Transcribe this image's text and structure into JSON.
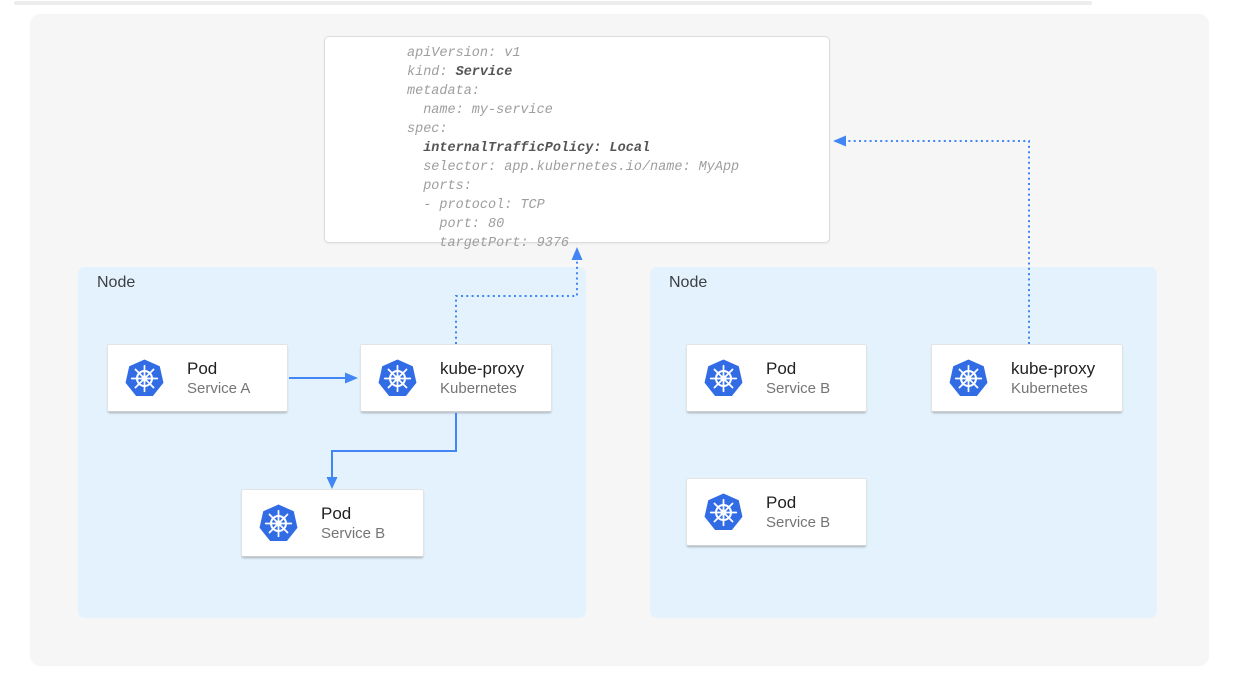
{
  "yaml": {
    "lines": [
      {
        "pre": "apiVersion: v1",
        "bold": ""
      },
      {
        "pre": "kind: ",
        "bold": "Service"
      },
      {
        "pre": "metadata:",
        "bold": ""
      },
      {
        "pre": "  name: my-service",
        "bold": ""
      },
      {
        "pre": "spec:",
        "bold": ""
      },
      {
        "pre": "  ",
        "bold": "internalTrafficPolicy: Local"
      },
      {
        "pre": "  selector: app.kubernetes.io/name: MyApp",
        "bold": ""
      },
      {
        "pre": "  ports:",
        "bold": ""
      },
      {
        "pre": "  - protocol: TCP",
        "bold": ""
      },
      {
        "pre": "    port: 80",
        "bold": ""
      },
      {
        "pre": "    targetPort: 9376",
        "bold": ""
      }
    ]
  },
  "nodes": [
    {
      "label": "Node",
      "cards": [
        {
          "title": "Pod",
          "subtitle": "Service A",
          "icon": "kubernetes-icon"
        },
        {
          "title": "kube-proxy",
          "subtitle": "Kubernetes",
          "icon": "kubernetes-icon"
        },
        {
          "title": "Pod",
          "subtitle": "Service B",
          "icon": "kubernetes-icon"
        }
      ]
    },
    {
      "label": "Node",
      "cards": [
        {
          "title": "Pod",
          "subtitle": "Service B",
          "icon": "kubernetes-icon"
        },
        {
          "title": "kube-proxy",
          "subtitle": "Kubernetes",
          "icon": "kubernetes-icon"
        },
        {
          "title": "Pod",
          "subtitle": "Service B",
          "icon": "kubernetes-icon"
        }
      ]
    }
  ],
  "edges": [
    {
      "from": "pod-service-a",
      "to": "kube-proxy-node1",
      "style": "solid-arrow"
    },
    {
      "from": "kube-proxy-node1",
      "to": "pod-service-b-node1",
      "style": "solid-arrow"
    },
    {
      "from": "kube-proxy-node1",
      "to": "service-yaml-card",
      "style": "dotted-arrow"
    },
    {
      "from": "kube-proxy-node2",
      "to": "service-yaml-card",
      "style": "dotted-arrow"
    }
  ],
  "colors": {
    "arrow_blue": "#4285F4",
    "kubernetes_icon_blue": "#326CE5",
    "node_fill": "#E3F2FD",
    "canvas_fill": "#F6F6F7",
    "card_title_text": "#212121",
    "card_subtitle_text": "#757575",
    "yaml_text": "#9E9E9E",
    "yaml_bold_text": "#555555"
  }
}
